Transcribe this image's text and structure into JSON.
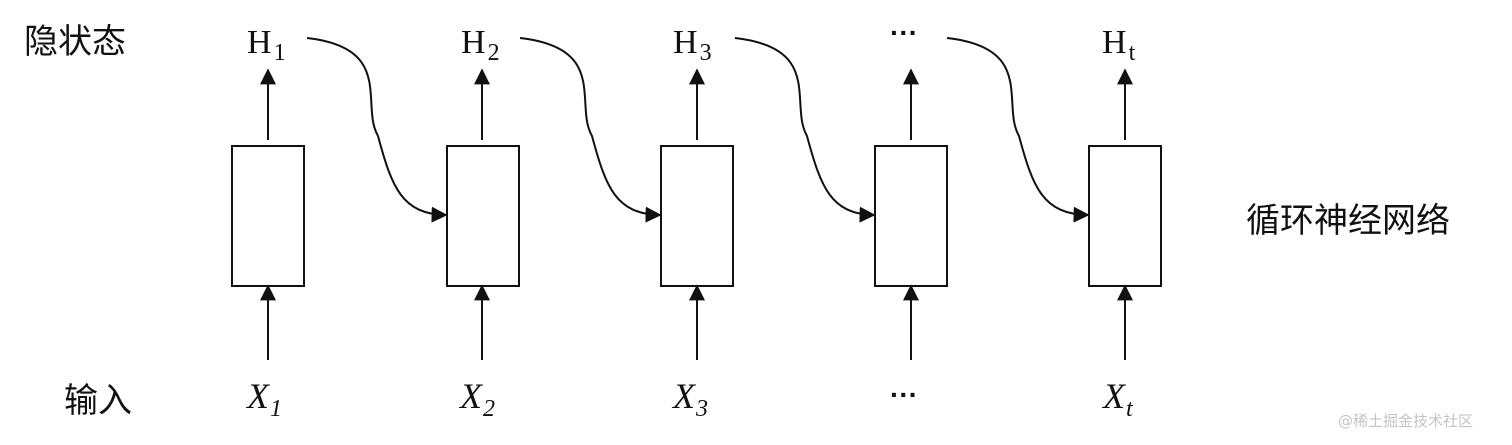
{
  "labels": {
    "hidden_state": "隐状态",
    "input": "输入",
    "network_name": "循环神经网络"
  },
  "columns": [
    {
      "hidden": {
        "base": "H",
        "sub": "1"
      },
      "input": {
        "base": "X",
        "sub": "1"
      }
    },
    {
      "hidden": {
        "base": "H",
        "sub": "2"
      },
      "input": {
        "base": "X",
        "sub": "2"
      }
    },
    {
      "hidden": {
        "base": "H",
        "sub": "3"
      },
      "input": {
        "base": "X",
        "sub": "3"
      }
    },
    {
      "hidden": {
        "text": "···"
      },
      "input": {
        "text": "···"
      }
    },
    {
      "hidden": {
        "base": "H",
        "sub": "t"
      },
      "input": {
        "base": "X",
        "sub": "t"
      }
    }
  ],
  "watermark": "@稀土掘金技术社区",
  "colors": {
    "stroke": "#111111",
    "watermark": "#c4c4c4"
  }
}
